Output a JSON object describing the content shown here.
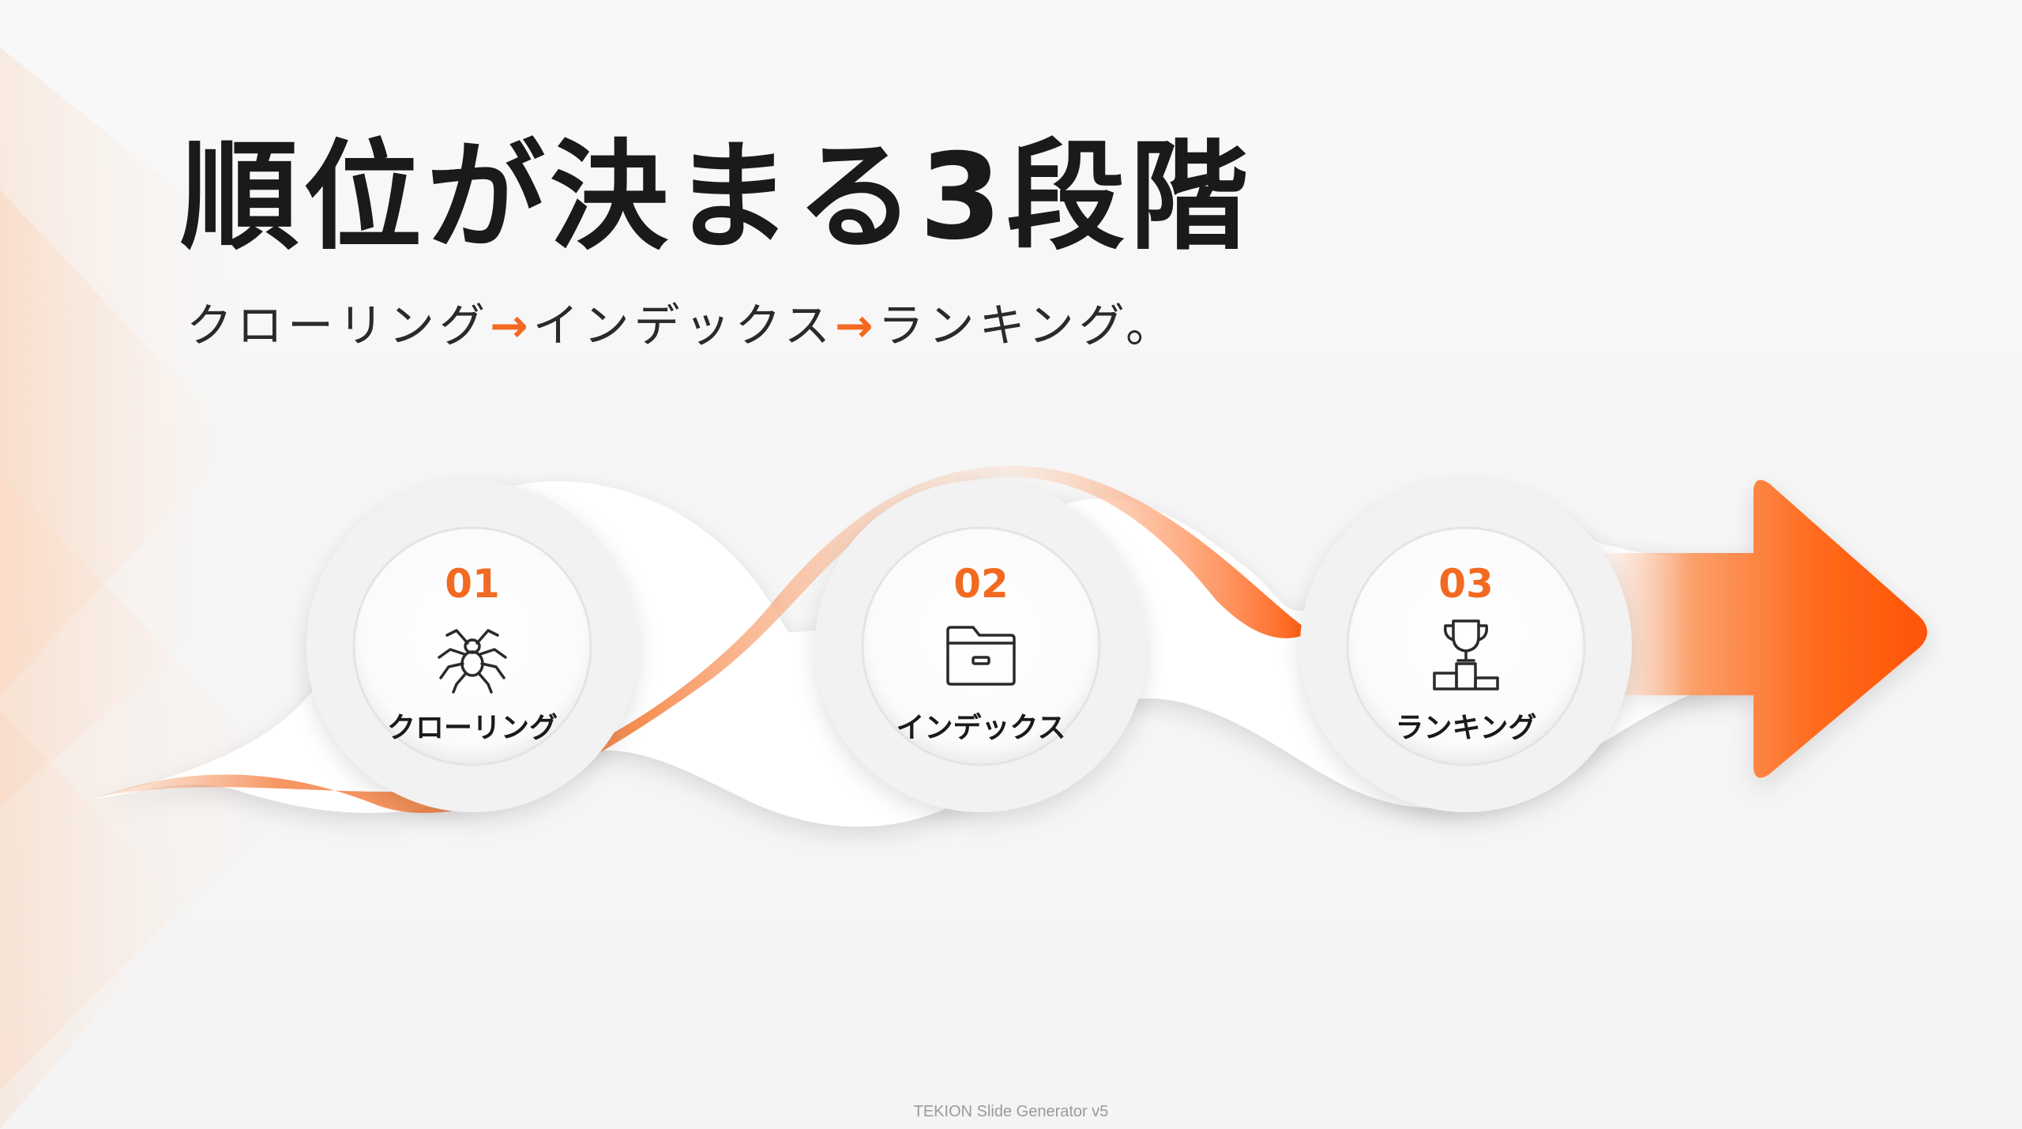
{
  "slide": {
    "title": "順位が決まる3段階",
    "subtitle": {
      "part1": "クローリング",
      "arrow1": "→",
      "part2": "インデックス",
      "arrow2": "→",
      "part3": "ランキング。"
    },
    "steps": [
      {
        "number": "01",
        "label": "クローリング",
        "icon": "spider-icon"
      },
      {
        "number": "02",
        "label": "インデックス",
        "icon": "folder-icon"
      },
      {
        "number": "03",
        "label": "ランキング",
        "icon": "trophy-podium-icon"
      }
    ],
    "footer": "TEKION Slide Generator v5"
  },
  "colors": {
    "accent": "#f26a21",
    "accent_deep": "#ff5a0a",
    "text": "#1a1a1a",
    "background": "#f6f6f6"
  }
}
